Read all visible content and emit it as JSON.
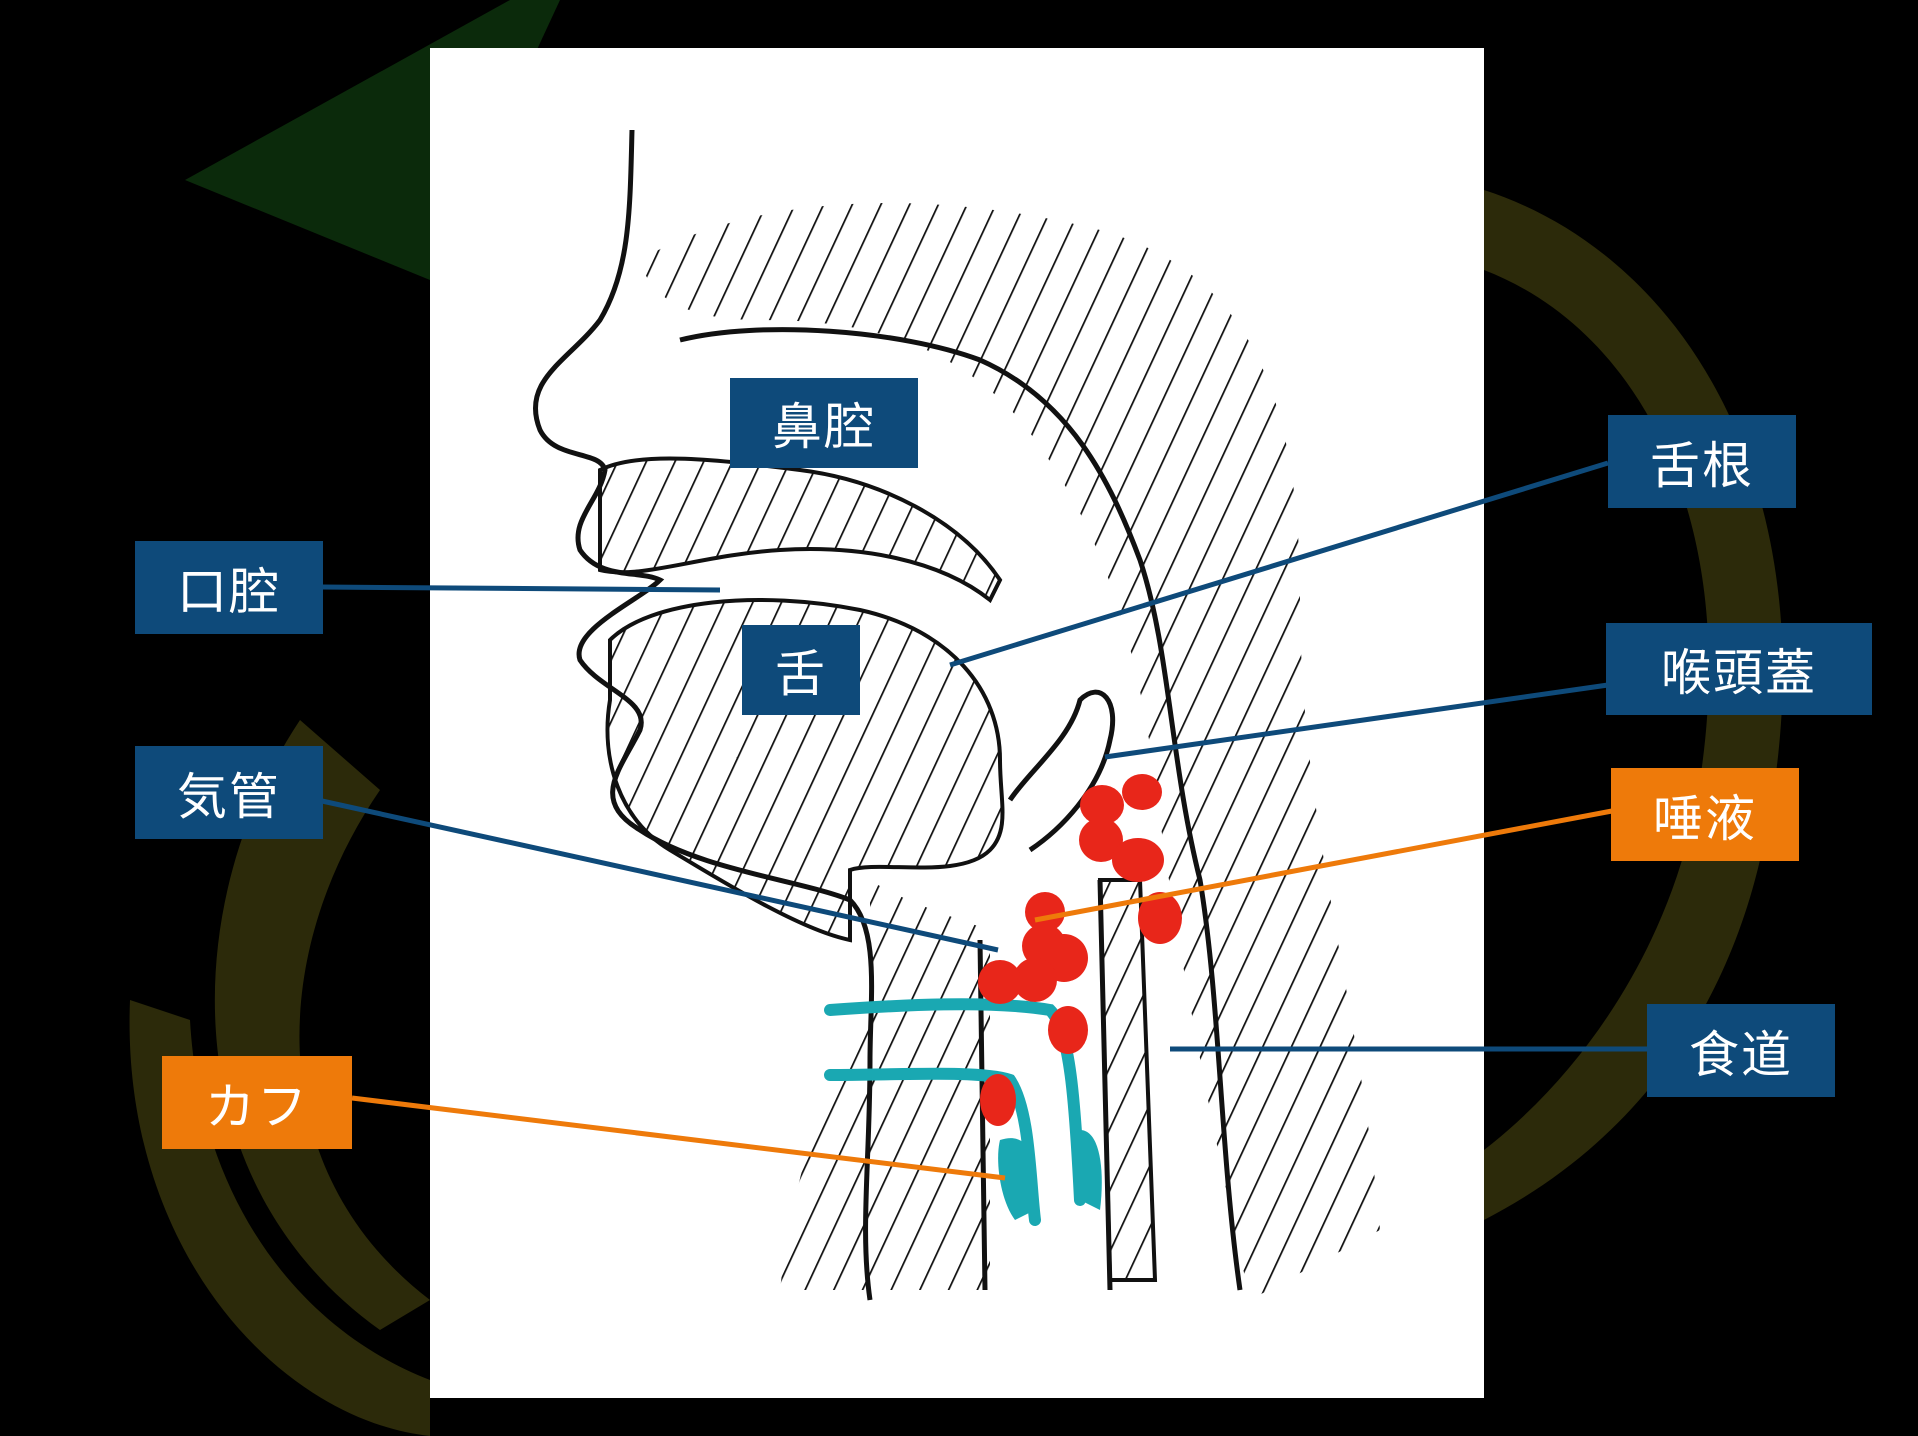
{
  "colors": {
    "background": "#000000",
    "panel": "#ffffff",
    "label_blue": "#0e4a7a",
    "label_orange": "#ee7a0a",
    "saliva": "#e8261a",
    "cuff": "#1aa8b2",
    "ink": "#111111",
    "backdrop_yellow": "#2c2a0a",
    "backdrop_green": "#0b2a0b"
  },
  "labels": {
    "nasal_cavity": "鼻腔",
    "oral_cavity": "口腔",
    "tongue": "舌",
    "tongue_root": "舌根",
    "epiglottis": "喉頭蓋",
    "trachea": "気管",
    "saliva": "唾液",
    "esophagus": "食道",
    "cuff": "カフ"
  }
}
